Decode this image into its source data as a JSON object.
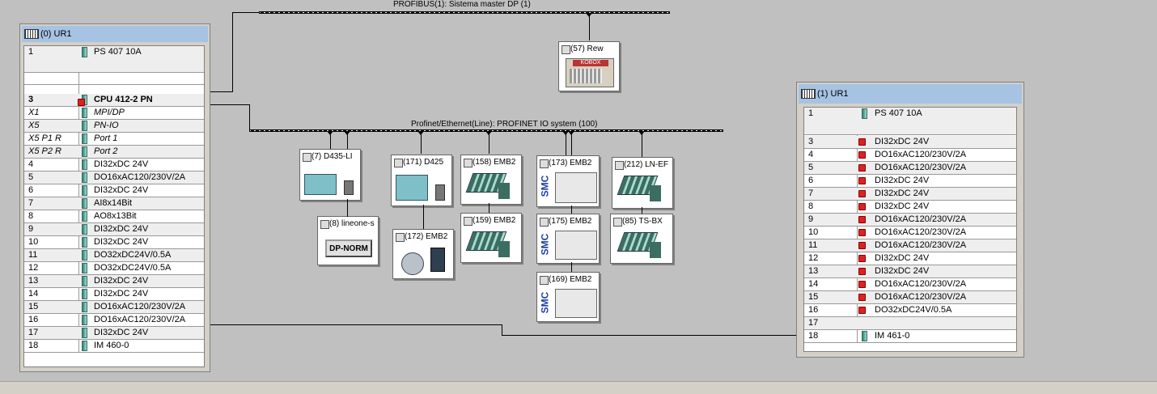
{
  "profibus": {
    "label": "PROFIBUS(1): Sistema master DP (1)"
  },
  "profinet": {
    "label": "Profinet/Ethernet(Line): PROFINET IO system (100)"
  },
  "rack0": {
    "title": "(0) UR1",
    "rows": [
      {
        "slot": "1",
        "name": "PS 407 10A"
      },
      {
        "slot": "3",
        "name": "CPU 412-2 PN"
      },
      {
        "slot": "X1",
        "name": "MPI/DP"
      },
      {
        "slot": "X5",
        "name": "PN-IO"
      },
      {
        "slot": "X5 P1 R",
        "name": "Port 1"
      },
      {
        "slot": "X5 P2 R",
        "name": "Port 2"
      },
      {
        "slot": "4",
        "name": "DI32xDC 24V"
      },
      {
        "slot": "5",
        "name": "DO16xAC120/230V/2A"
      },
      {
        "slot": "6",
        "name": "DI32xDC 24V"
      },
      {
        "slot": "7",
        "name": "AI8x14Bit"
      },
      {
        "slot": "8",
        "name": "AO8x13Bit"
      },
      {
        "slot": "9",
        "name": "DI32xDC 24V"
      },
      {
        "slot": "10",
        "name": "DI32xDC 24V"
      },
      {
        "slot": "11",
        "name": "DO32xDC24V/0.5A"
      },
      {
        "slot": "12",
        "name": "DO32xDC24V/0.5A"
      },
      {
        "slot": "13",
        "name": "DI32xDC 24V"
      },
      {
        "slot": "14",
        "name": "DI32xDC 24V"
      },
      {
        "slot": "15",
        "name": "DO16xAC120/230V/2A"
      },
      {
        "slot": "16",
        "name": "DO16xAC120/230V/2A"
      },
      {
        "slot": "17",
        "name": "DI32xDC 24V"
      },
      {
        "slot": "18",
        "name": "IM 460-0"
      }
    ]
  },
  "rack1": {
    "title": "(1) UR1",
    "rows": [
      {
        "slot": "1",
        "name": "PS 407 10A"
      },
      {
        "slot": "3",
        "name": "DI32xDC 24V"
      },
      {
        "slot": "4",
        "name": "DO16xAC120/230V/2A"
      },
      {
        "slot": "5",
        "name": "DO16xAC120/230V/2A"
      },
      {
        "slot": "6",
        "name": "DI32xDC 24V"
      },
      {
        "slot": "7",
        "name": "DI32xDC 24V"
      },
      {
        "slot": "8",
        "name": "DI32xDC 24V"
      },
      {
        "slot": "9",
        "name": "DO16xAC120/230V/2A"
      },
      {
        "slot": "10",
        "name": "DO16xAC120/230V/2A"
      },
      {
        "slot": "11",
        "name": "DO16xAC120/230V/2A"
      },
      {
        "slot": "12",
        "name": "DI32xDC 24V"
      },
      {
        "slot": "13",
        "name": "DI32xDC 24V"
      },
      {
        "slot": "14",
        "name": "DO16xAC120/230V/2A"
      },
      {
        "slot": "15",
        "name": "DO16xAC120/230V/2A"
      },
      {
        "slot": "16",
        "name": "DO32xDC24V/0.5A"
      },
      {
        "slot": "17",
        "name": ""
      },
      {
        "slot": "18",
        "name": "IM 461-0"
      }
    ]
  },
  "devices": {
    "rew": "(57) Rew",
    "rew_brand": "KOBOX",
    "d435": "(7) D435-LI",
    "lineone": "(8) lineone-s",
    "dpnorm": "DP-NORM",
    "d425": "(171) D425",
    "emb172": "(172) EMB2",
    "emb158": "(158) EMB2",
    "emb159": "(159) EMB2",
    "emb173": "(173) EMB2",
    "emb175": "(175) EMB2",
    "emb169": "(169) EMB2",
    "smc": "SMC",
    "ln212": "(212) LN-EF",
    "ts85": "(85) TS-BX"
  }
}
